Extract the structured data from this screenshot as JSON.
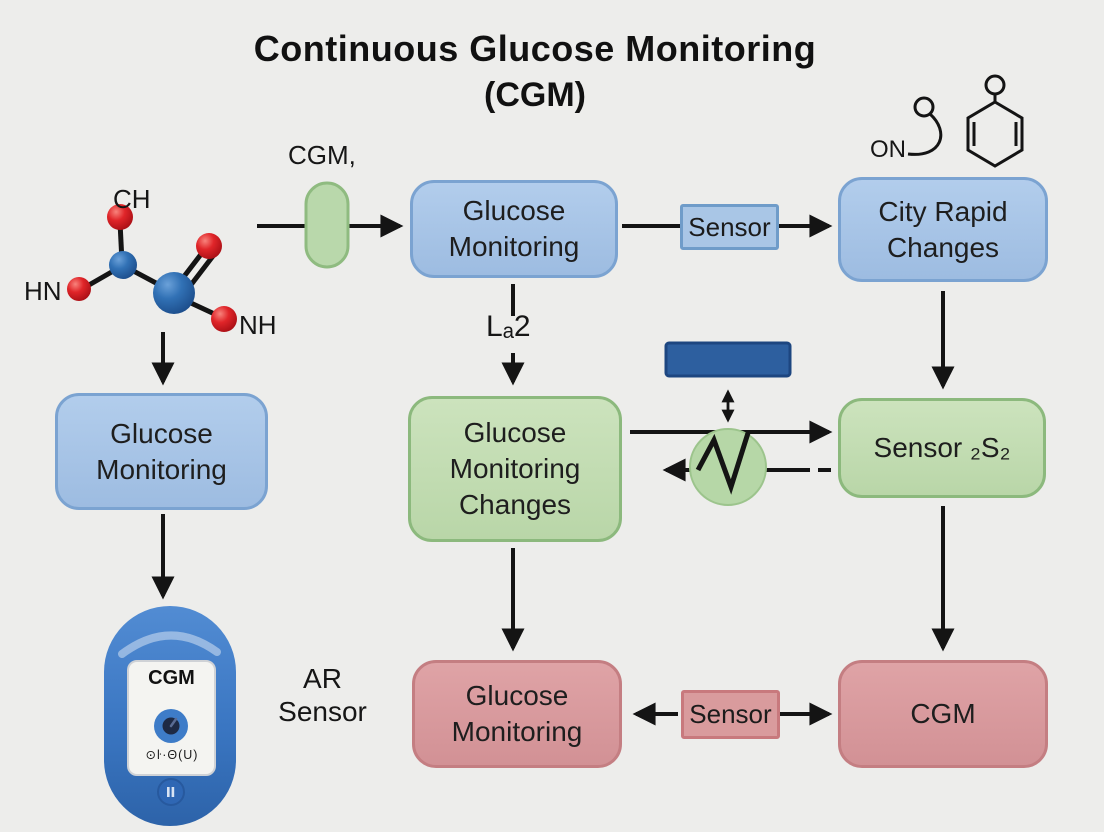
{
  "title": {
    "line1": "Continuous Glucose Monitoring",
    "line2": "(CGM)"
  },
  "flow": {
    "cgm_pill_label": "CGM,",
    "glucose_monitoring_top": "Glucose Monitoring",
    "sensor_top": "Sensor",
    "city_rapid_changes": "City Rapid Changes",
    "arrow_label": "Lₐ2",
    "glucose_monitoring_changes": "Glucose Monitoring Changes",
    "sensor_s2": "Sensor ₂S₂",
    "glucose_monitoring_left": "Glucose Monitoring",
    "ar_sensor": {
      "line1": "AR",
      "line2": "Sensor"
    },
    "glucose_monitoring_bottom": "Glucose Monitoring",
    "sensor_bottom": "Sensor",
    "cgm_bottom": "CGM"
  },
  "molecule": {
    "label_ch": "CH",
    "label_hn": "HN",
    "label_nh": "NH"
  },
  "chemical_structure": {
    "label_on": "ON"
  },
  "device": {
    "screen_title": "CGM",
    "screen_glyphs": "⊙ŀ·Θ(U)",
    "button_icon": "pause-icon",
    "dial_icon": "dial-icon"
  },
  "colors": {
    "background": "#ededeb",
    "box_blue_fill": "#a9c5e7",
    "box_blue_border": "#7ba3d1",
    "box_green_fill": "#c3ddb3",
    "box_green_border": "#8cb97d",
    "box_red_fill": "#d99da0",
    "box_red_border": "#c47e82",
    "pill_green": "#b9d8ab",
    "dark_blue_rect": "#2d5f9f",
    "device_blue": "#3c79c5",
    "molecule_blue": "#2d6cb3",
    "molecule_red": "#d62228",
    "arrow": "#141414"
  }
}
